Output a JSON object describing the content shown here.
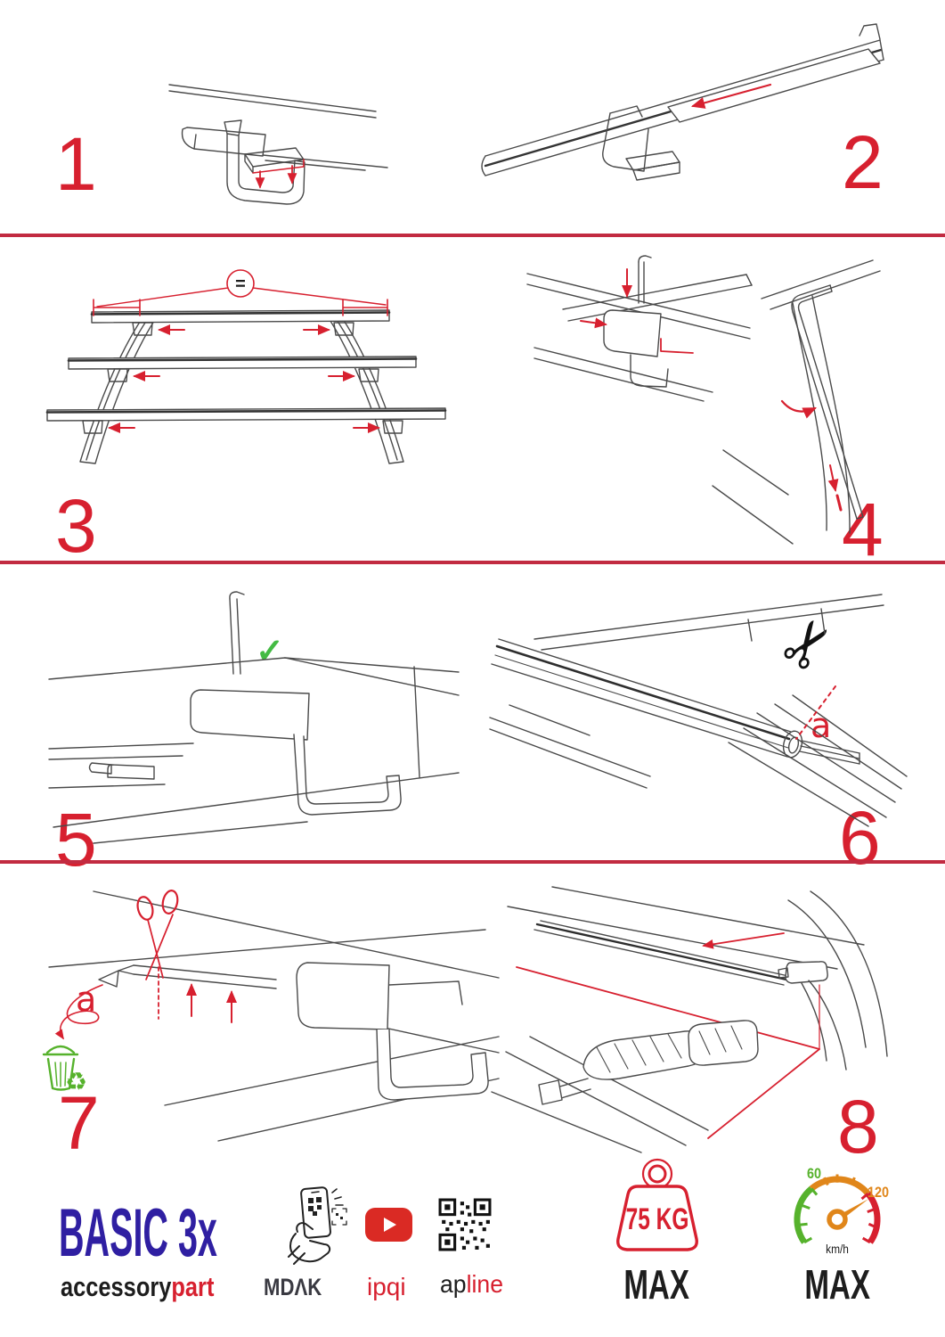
{
  "steps": [
    {
      "number": "1"
    },
    {
      "number": "2"
    },
    {
      "number": "3"
    },
    {
      "number": "4"
    },
    {
      "number": "5"
    },
    {
      "number": "6"
    },
    {
      "number": "7"
    },
    {
      "number": "8"
    }
  ],
  "annotations": {
    "equal": "=",
    "a6": "a",
    "a7": "a",
    "check": "✓"
  },
  "footer": {
    "product": {
      "name": "BASIC 3x",
      "sub_black": "accessory",
      "sub_red": "part"
    },
    "mdak": {
      "pre": "MD",
      "mid": "Λ",
      "post": "K"
    },
    "ipqi": "ipqi",
    "apline": {
      "black": "ap",
      "red": "line"
    },
    "weight": {
      "value": "75 KG",
      "max": "MAX"
    },
    "speed": {
      "low": "60",
      "high": "120",
      "unit": "km/h",
      "max": "MAX"
    }
  },
  "colors": {
    "accent_red": "#d7202f",
    "divider_red": "#c22b41",
    "brand_blue": "#2f1fa2",
    "green": "#56b22c",
    "orange": "#e0861a",
    "ink": "#1d1d1d"
  }
}
